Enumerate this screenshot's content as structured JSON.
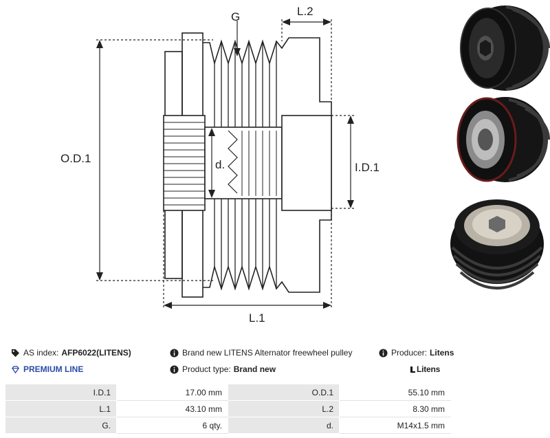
{
  "drawing": {
    "labels": {
      "g": "G",
      "l2": "L.2",
      "od1": "O.D.1",
      "id1": "I.D.1",
      "d": "d.",
      "l1": "L.1"
    }
  },
  "info": {
    "as_index_label": "AS index:",
    "as_index_value": "AFP6022(LITENS)",
    "description": "Brand new LITENS Alternator freewheel pulley",
    "producer_label": "Producer:",
    "producer_value": "Litens",
    "premium_label": "PREMIUM LINE",
    "product_type_label": "Product type:",
    "product_type_value": "Brand new",
    "brand_logo": "Litens"
  },
  "specs": [
    {
      "k1": "I.D.1",
      "v1": "17.00 mm",
      "k2": "O.D.1",
      "v2": "55.10 mm"
    },
    {
      "k1": "L.1",
      "v1": "43.10 mm",
      "k2": "L.2",
      "v2": "8.30 mm"
    },
    {
      "k1": "G.",
      "v1": "6 qty.",
      "k2": "d.",
      "v2": "M14x1.5 mm"
    }
  ],
  "icons": [
    "tag-icon",
    "info-icon",
    "diamond-icon",
    "litens-logo"
  ],
  "colors": {
    "premium": "#2b4aa8",
    "table_key_bg": "#e7e7e7",
    "pulley_dark": "#1b1b1b"
  }
}
